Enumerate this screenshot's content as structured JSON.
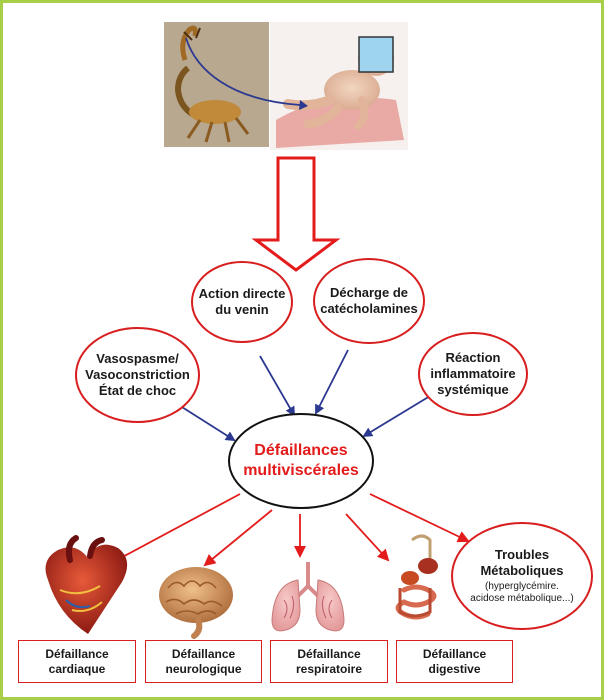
{
  "causes": {
    "action_directe": "Action directe\ndu venin",
    "decharge": "Décharge de\ncatécholamines",
    "vasospasme": "Vasospasme/\nVasoconstriction\nÉtat de choc",
    "reaction": "Réaction\ninflammatoire\nsystémique"
  },
  "center": "Défaillances\nmultiviscérales",
  "troubles": {
    "title": "Troubles\nMétaboliques",
    "detail": "(hyperglycémire.\nacidose métabolique...)"
  },
  "outcomes": [
    "Défaillance\ncardiaque",
    "Défaillance\nneurologique",
    "Défaillance\nrespiratoire",
    "Défaillance\ndigestive"
  ],
  "colors": {
    "border": "#a6cf47",
    "red": "#d81e1e",
    "blue_arrow": "#2b3990",
    "red_arrow": "#e31b1b"
  }
}
